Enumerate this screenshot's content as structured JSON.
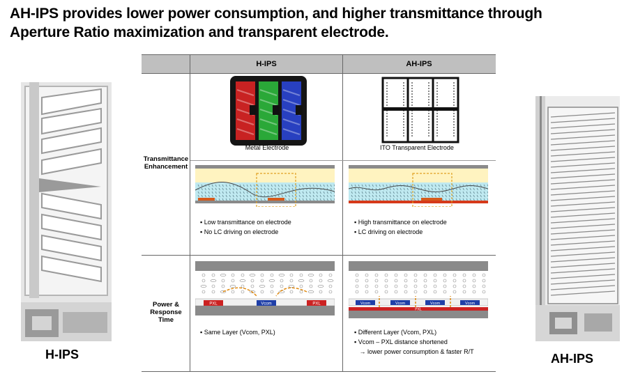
{
  "title_line1": "AH-IPS provides lower power consumption, and higher transmittance through",
  "title_line2": "Aperture Ratio maximization and transparent electrode.",
  "left_label": "H-IPS",
  "right_label": "AH-IPS",
  "table": {
    "col_headers": [
      "H-IPS",
      "AH-IPS"
    ],
    "row1_label_a": "Transmittance",
    "row1_label_b": "Enhancement",
    "row2_label_a": "Power &",
    "row2_label_b": "Response",
    "row2_label_c": "Time",
    "hips_caption": "Metal  Electrode",
    "ahips_caption": "ITO Transparent  Electrode",
    "hips_bullets_1": [
      "▪ Low transmittance on electrode",
      "▪ No LC driving on electrode"
    ],
    "ahips_bullets_1": [
      "▪ High transmittance on electrode",
      "▪ LC driving on electrode"
    ],
    "hips_bullets_2": [
      "▪ Same Layer (Vcom, PXL)"
    ],
    "ahips_bullets_2": [
      "▪ Different Layer (Vcom, PXL)",
      "▪ Vcom – PXL distance shortened",
      "   → lower power consumption & faster R/T"
    ],
    "hips_electrodes": [
      "PXL",
      "Vcom",
      "PXL"
    ],
    "ahips_electrodes": [
      "Vcom",
      "Vcom",
      "Vcom",
      "Vcom"
    ],
    "ahips_pxl": "PXL"
  },
  "colors": {
    "header_gray": "#bfbfbf",
    "pxl_red": "#cc2222",
    "vcom_blue": "#1f3fa8",
    "lc_cyan": "#bfe9f0"
  }
}
